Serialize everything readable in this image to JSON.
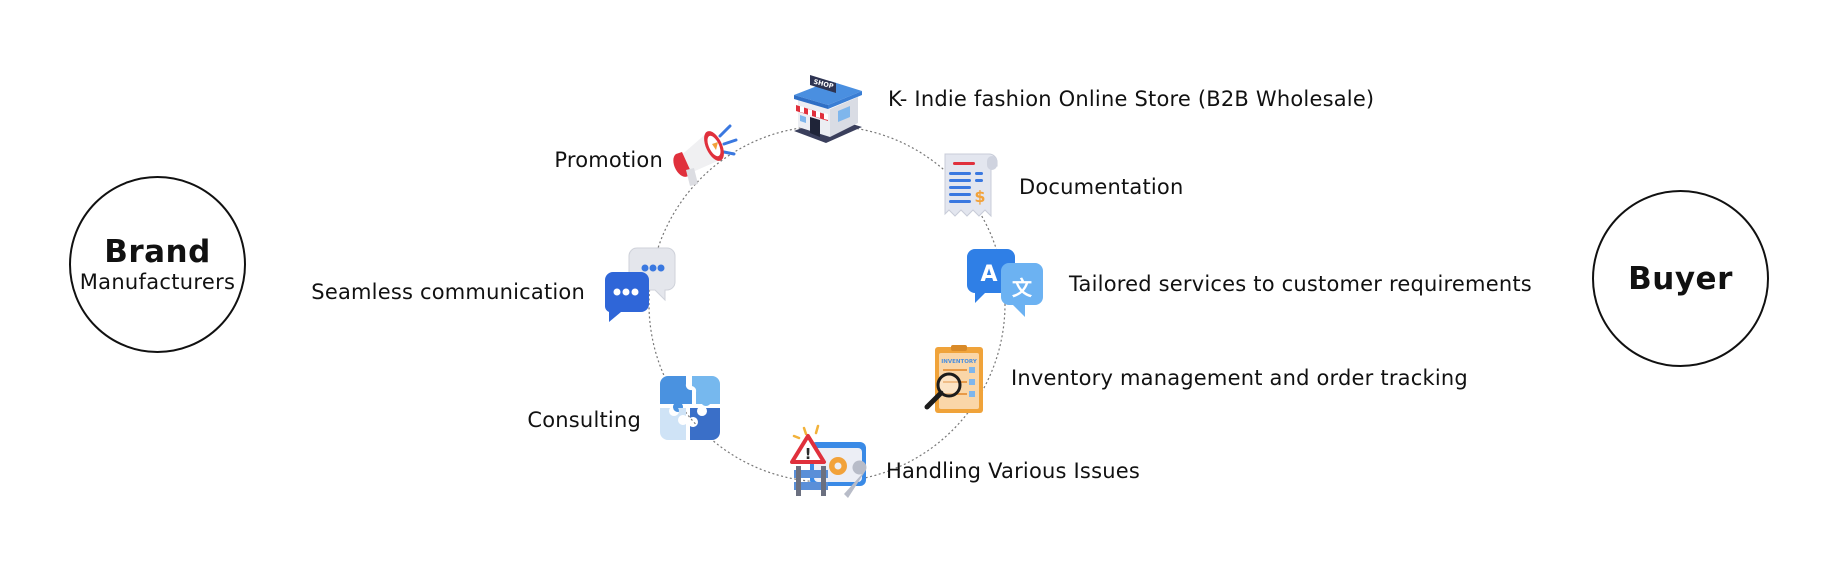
{
  "entities": {
    "left": {
      "title": "Brand",
      "subtitle": "Manufacturers"
    },
    "right": {
      "title": "Buyer"
    }
  },
  "ring": {
    "style": "dotted",
    "color": "#777777",
    "nodes": [
      {
        "id": "online-store",
        "label": "K- Indie fashion Online Store (B2B Wholesale)",
        "icon": "shop-icon",
        "label_side": "right"
      },
      {
        "id": "documentation",
        "label": "Documentation",
        "icon": "receipt-document-icon",
        "label_side": "right"
      },
      {
        "id": "tailored-services",
        "label": "Tailored services to customer requirements",
        "icon": "translate-speech-bubbles-icon",
        "label_side": "right"
      },
      {
        "id": "inventory",
        "label": "Inventory management and order tracking",
        "icon": "inventory-clipboard-magnifier-icon",
        "label_side": "right"
      },
      {
        "id": "issues",
        "label": "Handling Various Issues",
        "icon": "warning-repair-icon",
        "label_side": "right"
      },
      {
        "id": "consulting",
        "label": "Consulting",
        "icon": "puzzle-pieces-icon",
        "label_side": "left"
      },
      {
        "id": "communication",
        "label": "Seamless communication",
        "icon": "chat-bubbles-icon",
        "label_side": "left"
      },
      {
        "id": "promotion",
        "label": "Promotion",
        "icon": "megaphone-icon",
        "label_side": "left"
      }
    ]
  },
  "colors": {
    "outline": "#111111",
    "blue": "#2f6fe0",
    "light_blue": "#5aa5ee",
    "red": "#e03a46",
    "orange": "#f2a23a",
    "gray": "#e6e8ee",
    "dark": "#3a3f5c"
  },
  "icon_texts": {
    "shop_sign": "SHOP",
    "translate_a": "A",
    "translate_b": "文",
    "inventory_header": "INVENTORY",
    "dollar": "$",
    "warning": "!"
  }
}
